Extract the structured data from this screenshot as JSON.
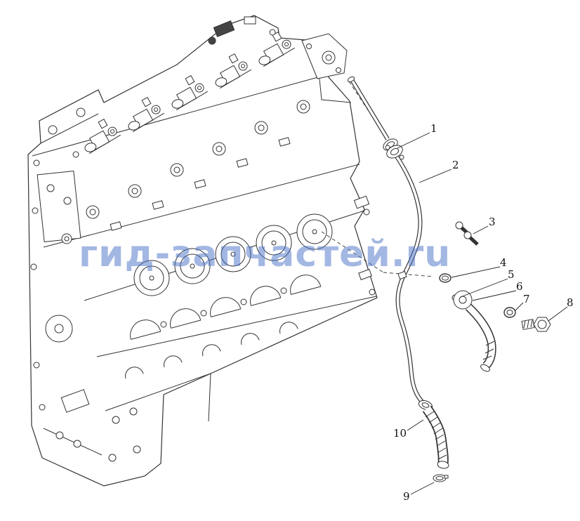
{
  "watermark": {
    "text": "гид-запчастей.ru",
    "color": "#4a72c8"
  },
  "callouts": [
    {
      "label": "1"
    },
    {
      "label": "2"
    },
    {
      "label": "3"
    },
    {
      "label": "4"
    },
    {
      "label": "5"
    },
    {
      "label": "6"
    },
    {
      "label": "7"
    },
    {
      "label": "8"
    },
    {
      "label": "9"
    },
    {
      "label": "10"
    }
  ]
}
